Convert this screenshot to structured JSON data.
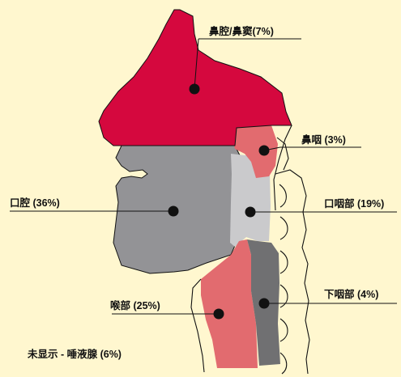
{
  "regions": {
    "nasal": {
      "label": "鼻腔/鼻窦(7%)"
    },
    "nasopharynx": {
      "label": "鼻咽 (3%)"
    },
    "oral": {
      "label": "口腔 (36%)"
    },
    "oropharynx": {
      "label": "口咽部 (19%)"
    },
    "hypopharynx": {
      "label": "下咽部 (4%)"
    },
    "larynx": {
      "label": "喉部 (25%)"
    }
  },
  "footnote": "未显示 - 唾液腺 (6%)",
  "colors": {
    "background": "#FFF7CF",
    "nasal": "#D5083E",
    "pink": "#E26B6F",
    "gray": "#939396",
    "light_gray": "#CACACC",
    "dark_gray": "#707072",
    "outline": "#111111"
  }
}
